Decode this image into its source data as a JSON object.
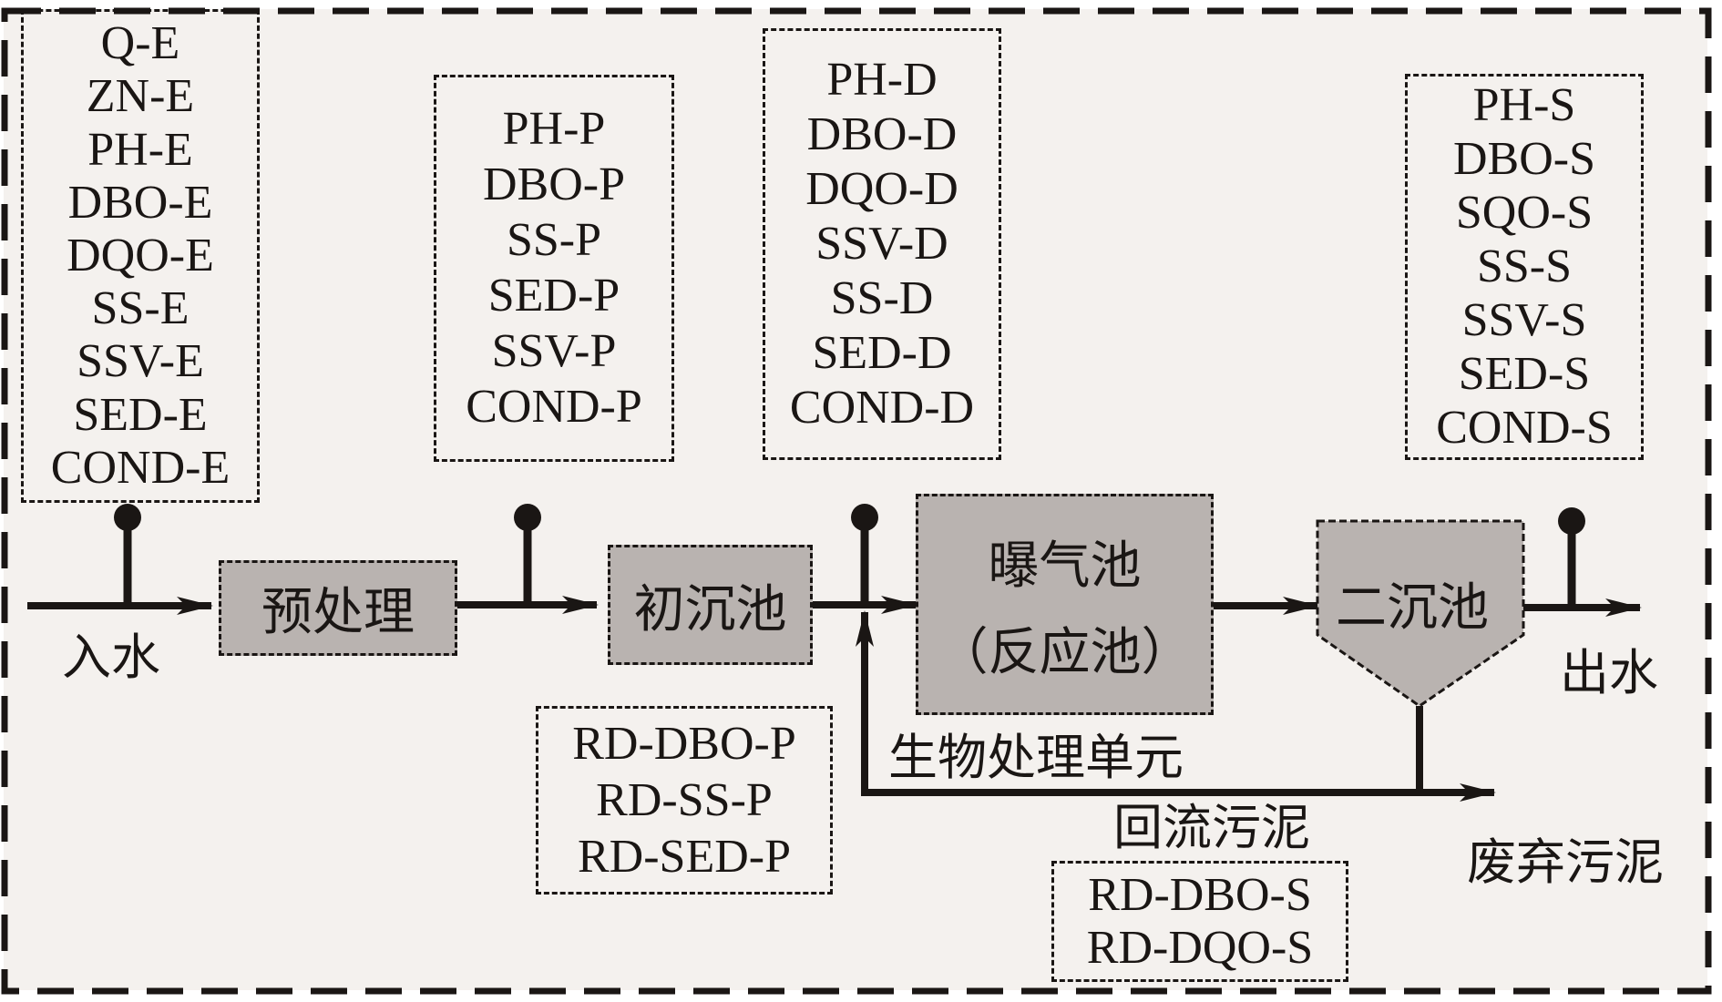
{
  "diagram": {
    "title": "",
    "colors": {
      "background": "#f4f1ee",
      "unit_fill": "#b9b3b0",
      "ink": "#1a1614"
    },
    "sampling_points": {
      "influent": {
        "params": [
          "Q-E",
          "ZN-E",
          "PH-E",
          "DBO-E",
          "DQO-E",
          "SS-E",
          "SSV-E",
          "SED-E",
          "COND-E"
        ]
      },
      "pretreatment_out": {
        "params": [
          "PH-P",
          "DBO-P",
          "SS-P",
          "SED-P",
          "SSV-P",
          "COND-P"
        ]
      },
      "primary_out": {
        "params": [
          "PH-D",
          "DBO-D",
          "DQO-D",
          "SSV-D",
          "SS-D",
          "SED-D",
          "COND-D"
        ]
      },
      "effluent": {
        "params": [
          "PH-S",
          "DBO-S",
          "SQO-S",
          "SS-S",
          "SSV-S",
          "SED-S",
          "COND-S"
        ]
      }
    },
    "removal_rates": {
      "primary": [
        "RD-DBO-P",
        "RD-SS-P",
        "RD-SED-P"
      ],
      "secondary": [
        "RD-DBO-S",
        "RD-DQO-S"
      ]
    },
    "units": {
      "pretreatment": "预处理",
      "primary_clarifier": "初沉池",
      "aeration_line1": "曝气池",
      "aeration_line2": "（反应池）",
      "secondary_clarifier": "二沉池"
    },
    "labels": {
      "influent": "入水",
      "effluent": "出水",
      "bio_unit": "生物处理单元",
      "return_sludge": "回流污泥",
      "waste_sludge": "废弃污泥"
    },
    "icons": {
      "sampling_pin": "sampling-point-icon",
      "flow_arrow": "arrow-right-icon"
    }
  }
}
